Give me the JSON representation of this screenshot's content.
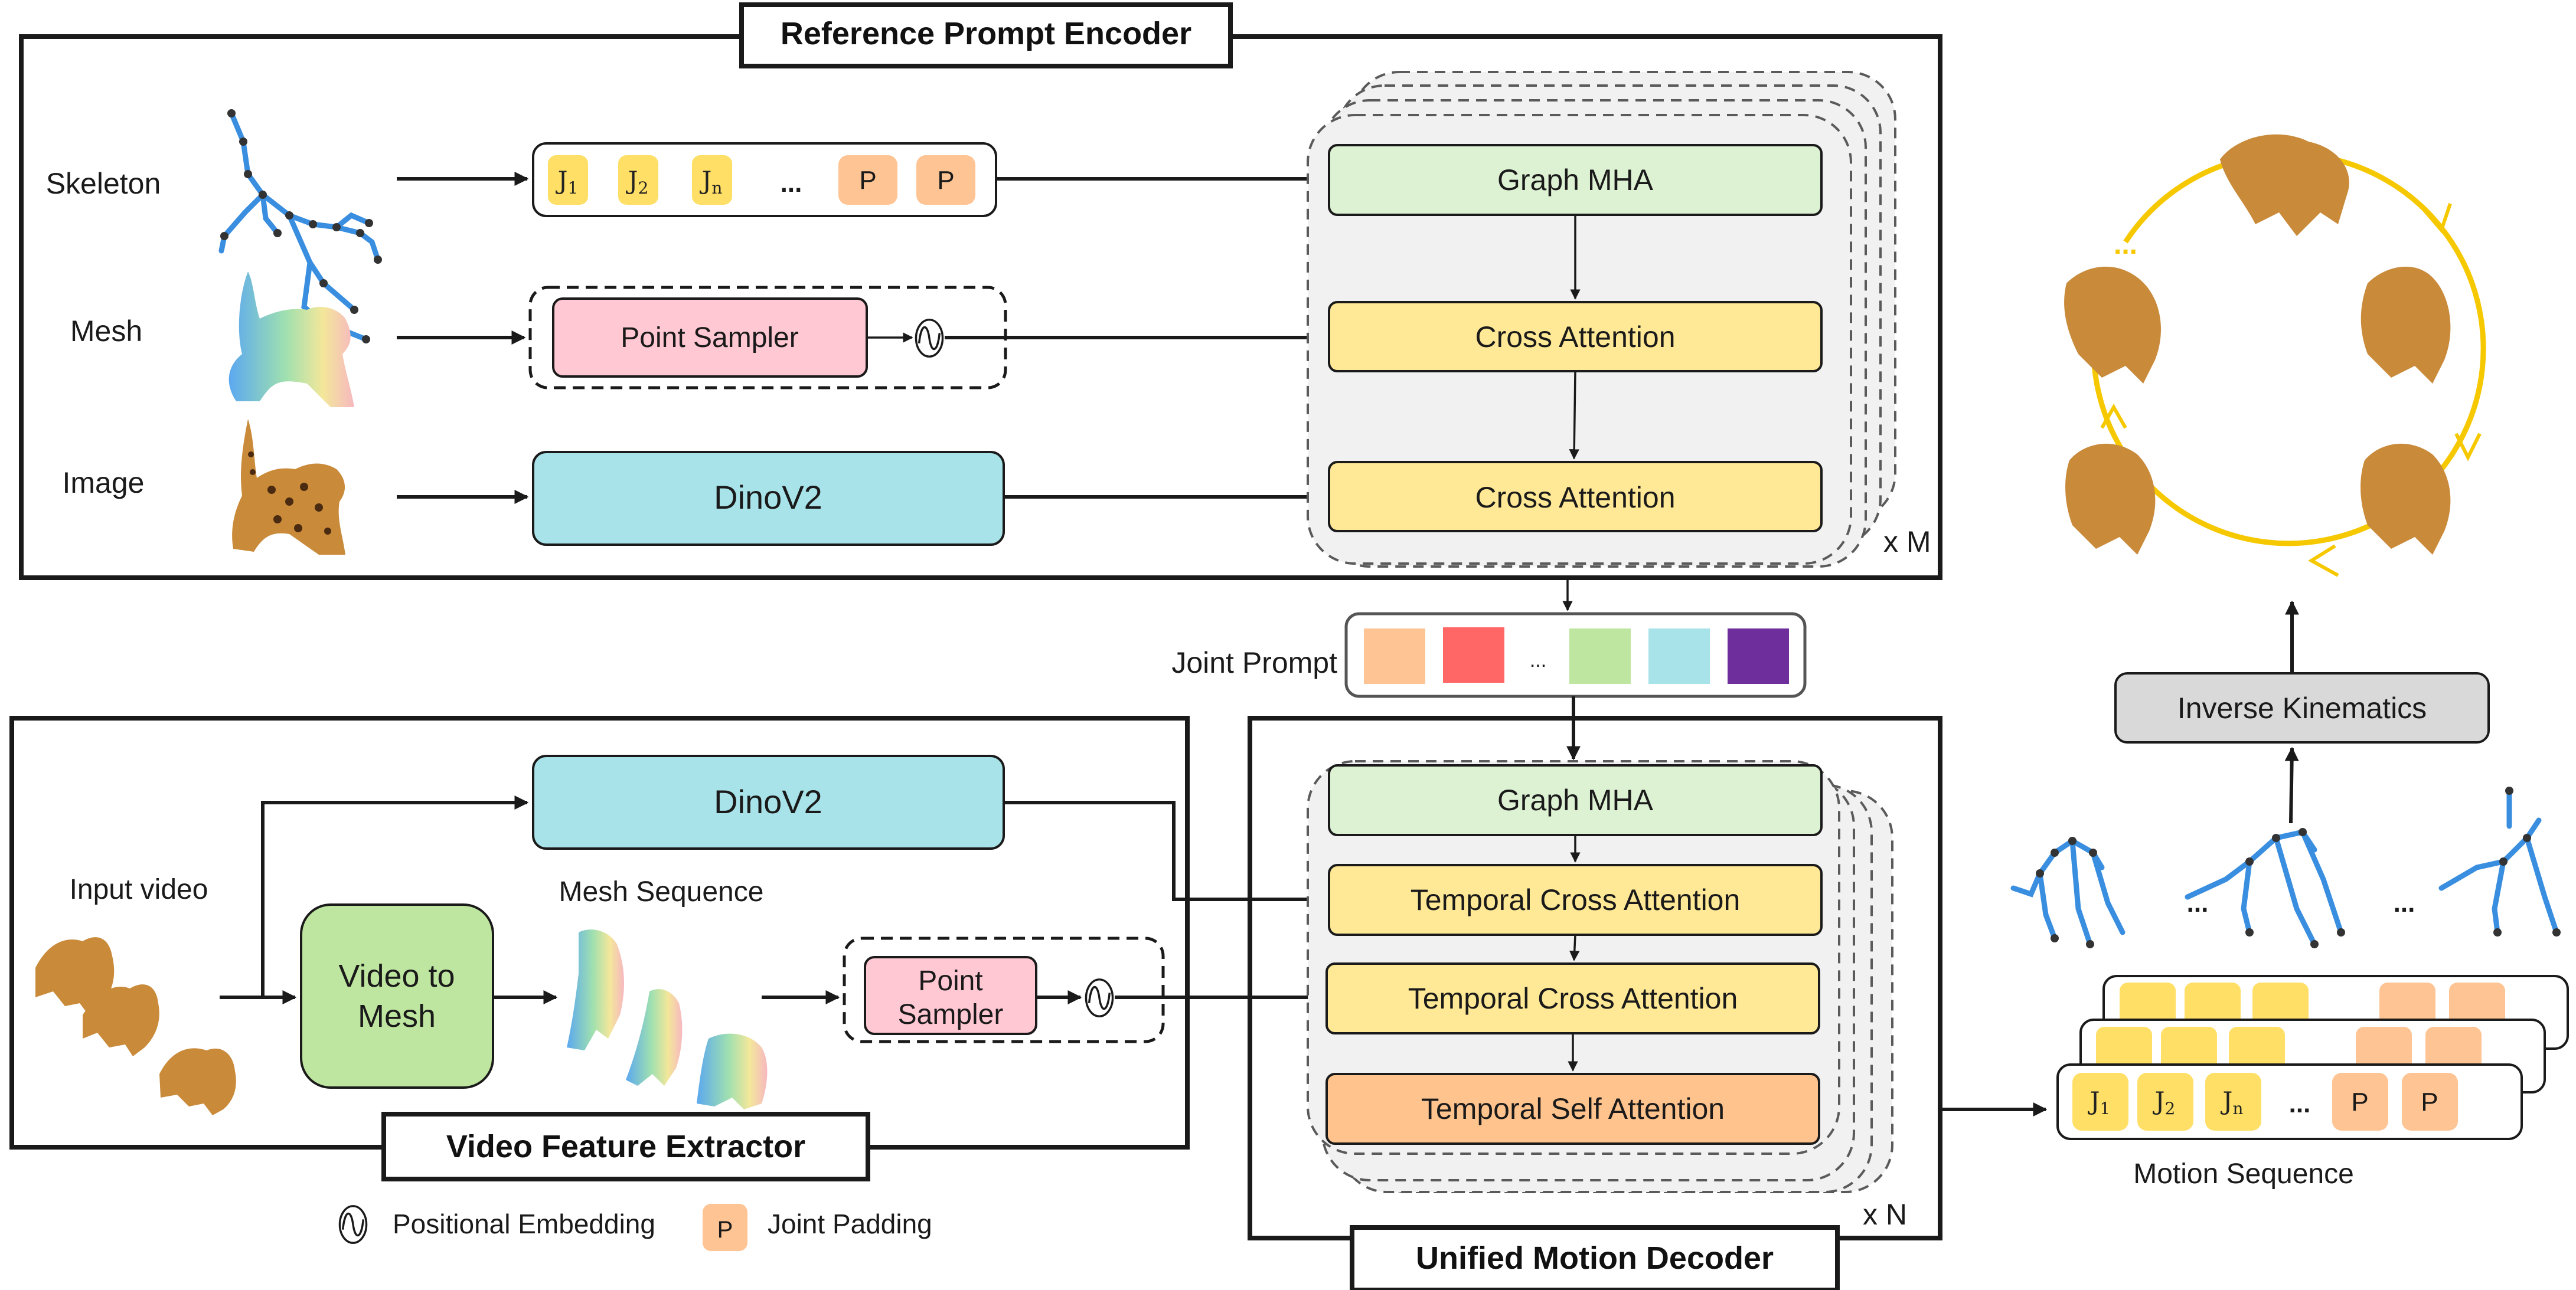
{
  "colors": {
    "joint_token": "#FFDF66",
    "padding_token": "#FFC493",
    "point_sampler": "#FFC8D3",
    "dinov2": "#A9E3EA",
    "graph_mha": "#DDF2D3",
    "cross_attention": "#FFE896",
    "temporal_self_attention": "#FFC38E",
    "video_to_mesh": "#BEE6A0",
    "inverse_kinematics": "#D9D9D9",
    "module_stack_bg": "#F1F1F1",
    "cycle_ring": "#F6C800",
    "skeleton": "#3A8EE0",
    "joint_prompt_tokens": [
      "#FFC493",
      "#FF6767",
      "#BEE6A0",
      "#A9E3EA",
      "#6E2E9C"
    ]
  },
  "reference_prompt_encoder": {
    "title": "Reference Prompt Encoder",
    "inputs": [
      {
        "label": "Skeleton",
        "icon": "skeleton-icon"
      },
      {
        "label": "Mesh",
        "icon": "mesh-icon"
      },
      {
        "label": "Image",
        "icon": "leopard-image-icon"
      }
    ],
    "skeleton_tokens": {
      "joints": [
        {
          "base": "J",
          "sub": "1"
        },
        {
          "base": "J",
          "sub": "2"
        },
        {
          "base": "J",
          "sub": "n"
        }
      ],
      "ellipsis": "...",
      "padding": [
        "P",
        "P"
      ]
    },
    "point_sampler_label": "Point Sampler",
    "dinov2_label": "DinoV2",
    "stack": {
      "blocks": [
        "Graph MHA",
        "Cross Attention",
        "Cross Attention"
      ],
      "repeat_label": "x M"
    }
  },
  "joint_prompt": {
    "label": "Joint Prompt",
    "ellipsis": "..."
  },
  "video_feature_extractor": {
    "title": "Video Feature Extractor",
    "input_label": "Input video",
    "dinov2_label": "DinoV2",
    "video_to_mesh_line1": "Video to",
    "video_to_mesh_line2": "Mesh",
    "mesh_sequence_label": "Mesh Sequence",
    "point_sampler_line1": "Point",
    "point_sampler_line2": "Sampler"
  },
  "unified_motion_decoder": {
    "title": "Unified Motion Decoder",
    "blocks": [
      "Graph MHA",
      "Temporal Cross Attention",
      "Temporal Cross Attention",
      "Temporal Self Attention"
    ],
    "repeat_label": "x N"
  },
  "legend": {
    "positional_embedding": "Positional Embedding",
    "joint_padding_token": "P",
    "joint_padding": "Joint Padding"
  },
  "output": {
    "motion_sequence_label": "Motion Sequence",
    "skeleton_ellipsis": [
      "...",
      "..."
    ],
    "inverse_kinematics_label": "Inverse Kinematics",
    "sequence_tokens": {
      "joints": [
        {
          "base": "J",
          "sub": "1"
        },
        {
          "base": "J",
          "sub": "2"
        },
        {
          "base": "J",
          "sub": "n"
        }
      ],
      "ellipsis": "...",
      "padding": [
        "P",
        "P"
      ]
    },
    "cycle_ellipsis": "..."
  }
}
